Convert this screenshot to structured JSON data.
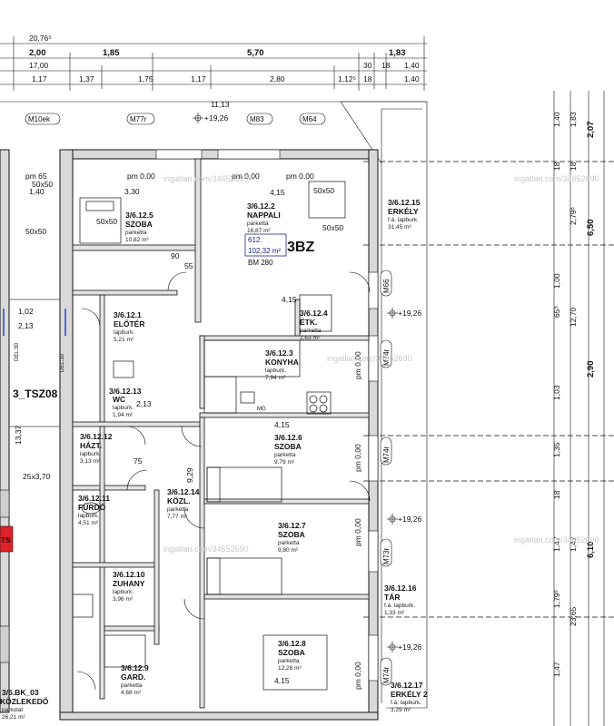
{
  "top_dims": {
    "overall": "20,76⁵",
    "row1": [
      "2,00",
      "1,85",
      "5,70",
      "1,83"
    ],
    "row2": [
      "17,00",
      "30",
      "18",
      "1,40"
    ],
    "row3": [
      "1,17",
      "1,37",
      "1,75",
      "1,17",
      "2,80",
      "1,12⁵",
      "18",
      "1,40"
    ],
    "inner": "11,13"
  },
  "right_dims": {
    "col1": [
      "1,40",
      "1,00",
      "65⁵",
      "1,03",
      "1,35",
      "1,47",
      "1,79⁵",
      "1,47"
    ],
    "col2": [
      "1,83",
      "2,79⁵",
      "12,70",
      "1,47",
      "23,65"
    ],
    "col3": [
      "2,07",
      "6,50",
      "2,90",
      "6,10"
    ],
    "small": [
      "18",
      "18",
      "18"
    ]
  },
  "windows": [
    "M10ek",
    "M77r",
    "M83",
    "M64",
    "M66",
    "M74r",
    "M74r",
    "M73r",
    "M74r"
  ],
  "elevations": [
    "+19,26",
    "+19,26",
    "+19,26",
    "+19,26"
  ],
  "rooms": [
    {
      "id": "3/6.12.5",
      "name": "SZOBA",
      "floor": "parketta",
      "area": "10,82 m²"
    },
    {
      "id": "3/6.12.2",
      "name": "NAPPALI",
      "floor": "parketta",
      "area": "16,87 m²"
    },
    {
      "id": "3/6.12.15",
      "name": "ERKÉLY",
      "floor": "f.á. lapburk.",
      "area": "31,45 m²"
    },
    {
      "id": "3/6.12.1",
      "name": "ELŐTÉR",
      "floor": "lapburk.",
      "area": "5,21 m²"
    },
    {
      "id": "3/6.12.4",
      "name": "ÉTK.",
      "floor": "parketta",
      "area": "2,63 m²"
    },
    {
      "id": "3/6.12.3",
      "name": "KONYHA",
      "floor": "lapburk.",
      "area": "7,94 m²"
    },
    {
      "id": "3/6.12.13",
      "name": "WC",
      "floor": "lapburk.",
      "area": "1,94 m²"
    },
    {
      "id": "3/6.12.12",
      "name": "HÁZT.",
      "floor": "lapburk.",
      "area": "3,13 m²"
    },
    {
      "id": "3/6.12.6",
      "name": "SZOBA",
      "floor": "parketta",
      "area": "9,79 m²"
    },
    {
      "id": "3/6.12.14",
      "name": "KÖZL.",
      "floor": "parketta",
      "area": "7,77 m²"
    },
    {
      "id": "3/6.12.11",
      "name": "FÜRDŐ",
      "floor": "lapburk.",
      "area": "4,51 m²"
    },
    {
      "id": "3/6.12.7",
      "name": "SZOBA",
      "floor": "parketta",
      "area": "9,80 m²"
    },
    {
      "id": "3/6.12.10",
      "name": "ZUHANY",
      "floor": "lapburk.",
      "area": "3,96 m²"
    },
    {
      "id": "3/6.12.16",
      "name": "TÁR",
      "floor": "f.á. lapburk.",
      "area": "1,33 m²"
    },
    {
      "id": "3/6.12.9",
      "name": "GARD.",
      "floor": "parketta",
      "area": "4,68 m²"
    },
    {
      "id": "3/6.12.8",
      "name": "SZOBA",
      "floor": "parketta",
      "area": "12,28 m²"
    },
    {
      "id": "3/6.12.17",
      "name": "ERKÉLY 2",
      "floor": "f.á. lapburk.",
      "area": "3,29 m²"
    },
    {
      "id": "3/6.BK_03",
      "name": "KÖZLEKEDŐ",
      "floor": "parkolat",
      "area": "26,21 m²"
    }
  ],
  "unit": {
    "code": "612.",
    "area": "102,32 m²",
    "type": "3BZ",
    "bm": "BM 280"
  },
  "labels": {
    "core": "3_TSZ08",
    "ts": "TS",
    "pm": [
      "pm 0,00",
      "pm 0,00",
      "pm 0,00",
      "pm 0,00",
      "pm 0,00",
      "pm 0,00",
      "pm 0,00",
      "pm 65"
    ],
    "misc": [
      "50x50",
      "50x50",
      "50x50",
      "50x50",
      "50x50",
      "25x3,70",
      "13,37",
      "1,40",
      "1,02",
      "2,13",
      "DEL:30",
      "DEL:30",
      "MG",
      "9,29",
      "4,15",
      "4,15",
      "4,15",
      "4,15",
      "3,30",
      "2,13",
      "90",
      "55",
      "75"
    ]
  },
  "watermark": "ingatlan.com/34652690"
}
